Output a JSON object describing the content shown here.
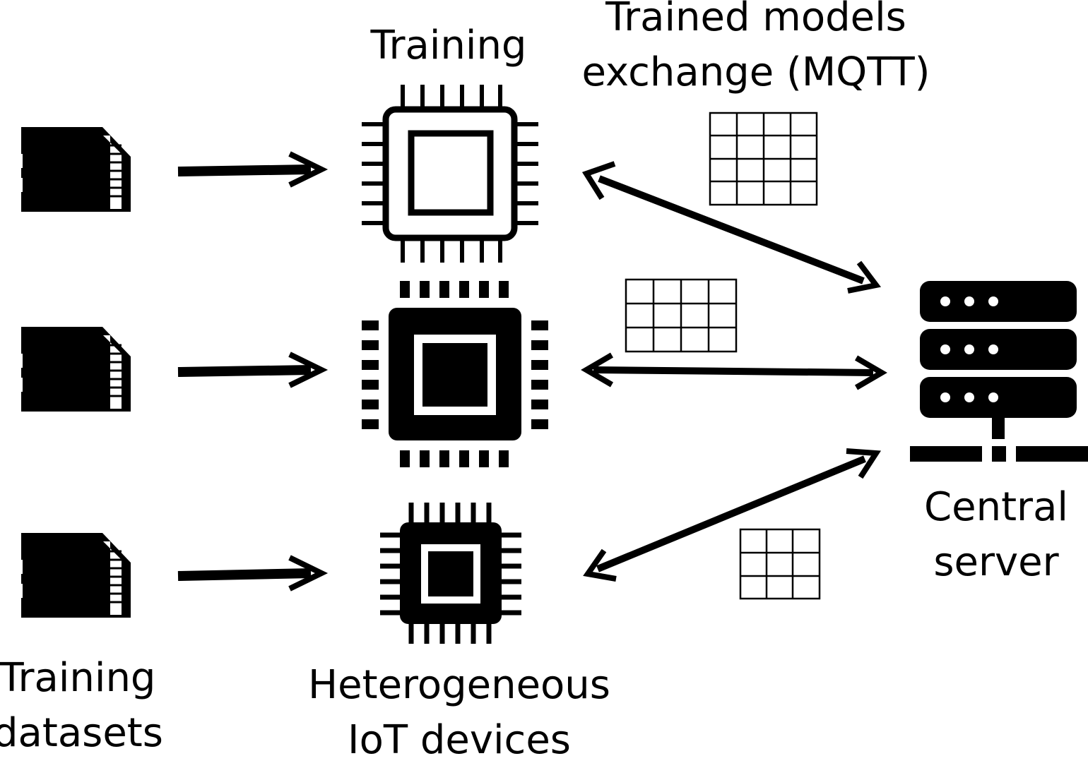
{
  "labels": {
    "training": "Training",
    "exchange_line1": "Trained models",
    "exchange_line2": "exchange (MQTT)",
    "central_line1": "Central",
    "central_line2": "server",
    "datasets_line1": "Training",
    "datasets_line2": "datasets",
    "devices_line1": "Heterogeneous",
    "devices_line2": "IoT devices"
  },
  "icons": {
    "dataset": "sd-card-icon",
    "device": "microchip-icon",
    "server": "server-icon",
    "model": "model-grid-icon"
  },
  "colors": {
    "ink": "#000000",
    "background": "#ffffff"
  }
}
